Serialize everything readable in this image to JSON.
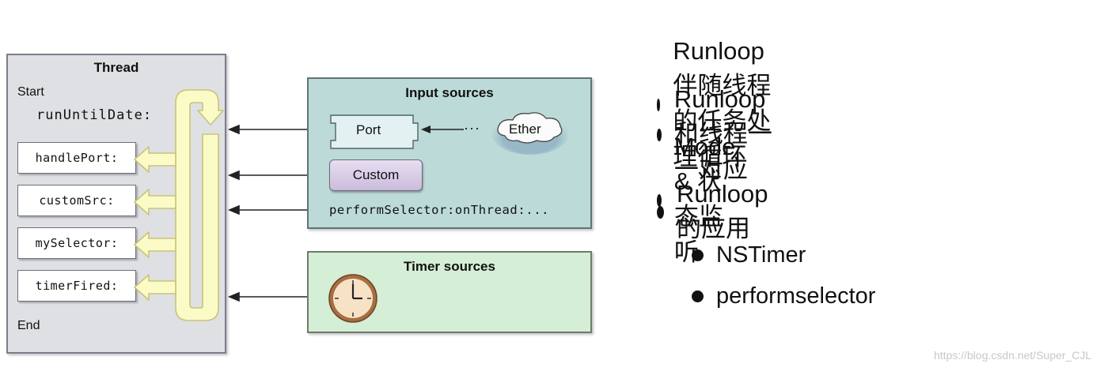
{
  "diagram": {
    "thread": {
      "title": "Thread",
      "start_label": "Start",
      "run_label": "runUntilDate:",
      "end_label": "End",
      "handlers": [
        "handlePort:",
        "customSrc:",
        "mySelector:",
        "timerFired:"
      ]
    },
    "input_sources": {
      "title": "Input sources",
      "port_label": "Port",
      "ether_label": "Ether",
      "ellipsis": "···",
      "custom_label": "Custom",
      "perform_selector": "performSelector:onThread:..."
    },
    "timer_sources": {
      "title": "Timer sources"
    }
  },
  "bullets": {
    "main": [
      "Runloop 伴随线程的任务处理循环",
      "Runloop 和线程一一对应",
      "Mode & 状态监听",
      "Runloop 的应用"
    ],
    "sub": [
      "NSTimer",
      "performselector"
    ]
  },
  "watermark": "https://blog.csdn.net/Super_CJL",
  "colors": {
    "thread_bg": "#dfe0e4",
    "input_bg": "#bcdad8",
    "timer_bg": "#d5eed6",
    "loop_fill": "#fbfbc8",
    "loop_stroke": "#c9c476",
    "custom_bg": "#d8cbe8"
  }
}
